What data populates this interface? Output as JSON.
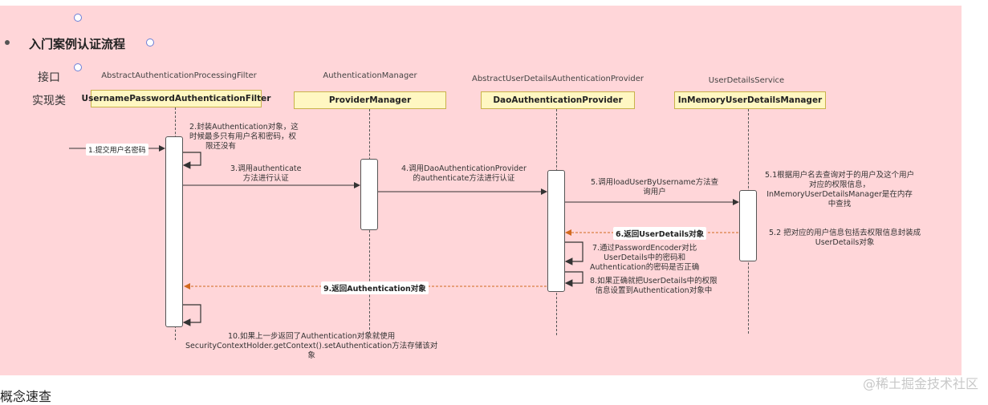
{
  "heading": "入门案例认证流程",
  "row_labels": {
    "interface": "接口",
    "impl": "实现类"
  },
  "participants": [
    {
      "interface": "AbstractAuthenticationProcessingFilter",
      "impl": "UsernamePasswordAuthenticationFilter"
    },
    {
      "interface": "AuthenticationManager",
      "impl": "ProviderManager"
    },
    {
      "interface": "AbstractUserDetailsAuthenticationProvider",
      "impl": "DaoAuthenticationProvider"
    },
    {
      "interface": "UserDetailsService",
      "impl": "InMemoryUserDetailsManager"
    }
  ],
  "messages": {
    "m1": "1.提交用户名密码",
    "m2": [
      "2.封装Authentication对象，这",
      "时候最多只有用户名和密码，权",
      "限还没有"
    ],
    "m3": [
      "3.调用authenticate",
      "方法进行认证"
    ],
    "m4": [
      "4.调用DaoAuthenticationProvider",
      "的authenticate方法进行认证"
    ],
    "m5": [
      "5.调用loadUserByUsername方法查",
      "询用户"
    ],
    "m51": [
      "5.1根据用户名去查询对于的用户及这个用户",
      "对应的权限信息，",
      "InMemoryUserDetailsManager是在内存",
      "中查找"
    ],
    "m52": [
      "5.2 把对应的用户信息包括去权限信息封装成",
      "UserDetails对象"
    ],
    "m6": "6.返回UserDetails对象",
    "m7": [
      "7.通过PasswordEncoder对比",
      "UserDetails中的密码和",
      "Authentication的密码是否正确"
    ],
    "m8": [
      "8.如果正确就把UserDetails中的权限",
      "信息设置到Authentication对象中"
    ],
    "m9": "9.返回Authentication对象",
    "m10": [
      "10.如果上一步返回了Authentication对象就使用",
      "SecurityContextHolder.getContext().setAuthentication方法存储该对",
      "象"
    ]
  },
  "colors": {
    "panel": "#ffd6d9",
    "box": "#fff7c2",
    "return_arrow": "#d2691e",
    "arrow": "#333333"
  },
  "below_text": "概念速查",
  "watermark": "@稀土掘金技术社区"
}
